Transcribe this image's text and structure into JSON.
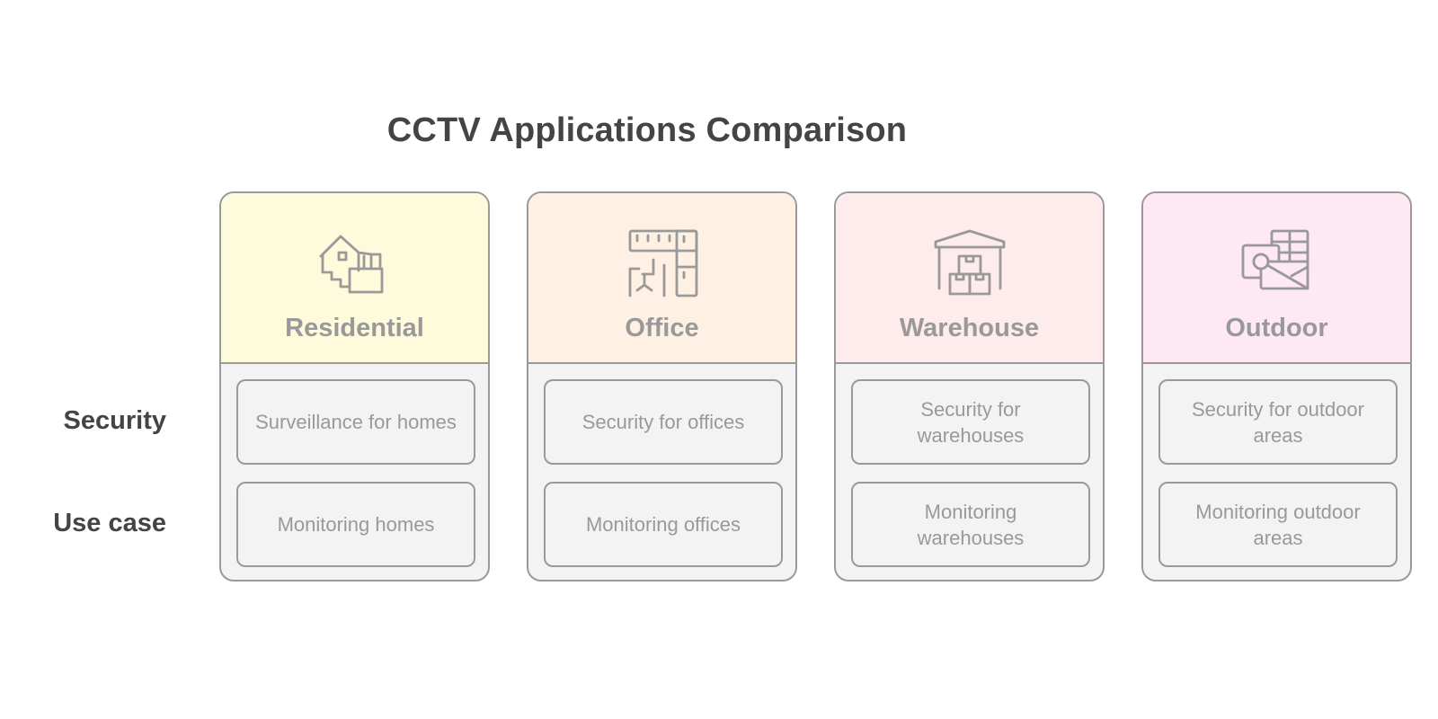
{
  "title": "CCTV Applications Comparison",
  "row_labels": [
    "Security",
    "Use case"
  ],
  "columns": [
    {
      "name": "Residential",
      "icon": "house-icon",
      "header_color": "#fefadc",
      "security": "Surveillance for homes",
      "use_case": "Monitoring homes"
    },
    {
      "name": "Office",
      "icon": "office-floorplan-icon",
      "header_color": "#fef0e3",
      "security": "Security for offices",
      "use_case": "Monitoring offices"
    },
    {
      "name": "Warehouse",
      "icon": "warehouse-icon",
      "header_color": "#feebeb",
      "security": "Security for warehouses",
      "use_case": "Monitoring warehouses"
    },
    {
      "name": "Outdoor",
      "icon": "outdoor-icon",
      "header_color": "#fde8f3",
      "security": "Security for outdoor areas",
      "use_case": "Monitoring outdoor areas"
    }
  ],
  "colors": {
    "border": "#9a9a9a",
    "muted_text": "#999999",
    "dark_text": "#444444",
    "cell_background": "#f3f3f3"
  }
}
